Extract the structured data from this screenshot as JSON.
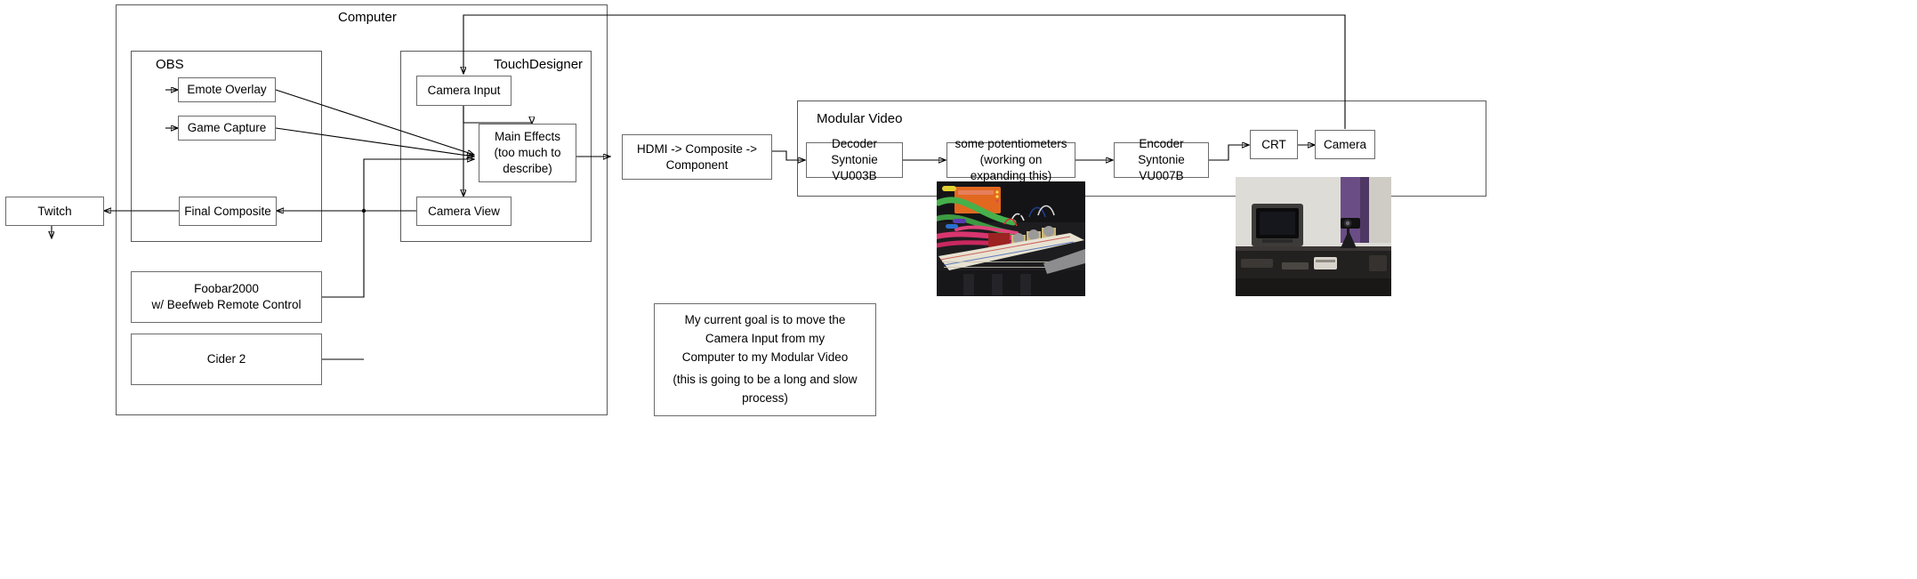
{
  "diagram": {
    "title_visible": false,
    "groups": [
      {
        "id": "computer",
        "label": "Computer"
      },
      {
        "id": "obs",
        "label": "OBS"
      },
      {
        "id": "touchdesigner",
        "label": "TouchDesigner"
      },
      {
        "id": "modular_video",
        "label": "Modular Video"
      }
    ],
    "nodes": {
      "emote_overlay": {
        "label": "Emote Overlay"
      },
      "game_capture": {
        "label": "Game Capture"
      },
      "final_composite": {
        "label": "Final Composite"
      },
      "twitch": {
        "label": "Twitch"
      },
      "foobar": {
        "line1": "Foobar2000",
        "line2": "w/ Beefweb Remote Control"
      },
      "cider": {
        "label": "Cider 2"
      },
      "camera_input": {
        "label": "Camera Input"
      },
      "main_effects": {
        "line1": "Main Effects",
        "line2": "(too much to describe)"
      },
      "camera_view": {
        "label": "Camera View"
      },
      "hdmi_chain": {
        "label": "HDMI -> Composite -> Component"
      },
      "decoder": {
        "line1": "Decoder",
        "line2": "Syntonie VU003B"
      },
      "potentiometers": {
        "line1": "some potentiometers",
        "line2": "(working on expanding this)"
      },
      "encoder": {
        "line1": "Encoder",
        "line2": "Syntonie VU007B"
      },
      "crt": {
        "label": "CRT"
      },
      "camera": {
        "label": "Camera"
      }
    },
    "note": {
      "line1": "My current goal is to move the Camera Input from my",
      "line2": "Computer to my Modular Video",
      "line3": "(this is going to be a long and slow process)"
    },
    "photos": [
      {
        "id": "breadboard-photo",
        "alt": "breadboard with potentiometers, orange module and colored patch cables"
      },
      {
        "id": "crt-setup-photo",
        "alt": "CRT monitor on a desk with camera pointed at it"
      }
    ],
    "colors": {
      "stroke": "#000000",
      "group_stroke": "#5a5a5a",
      "node_stroke": "#6b6b6b",
      "background": "#ffffff",
      "text": "#000000"
    }
  }
}
